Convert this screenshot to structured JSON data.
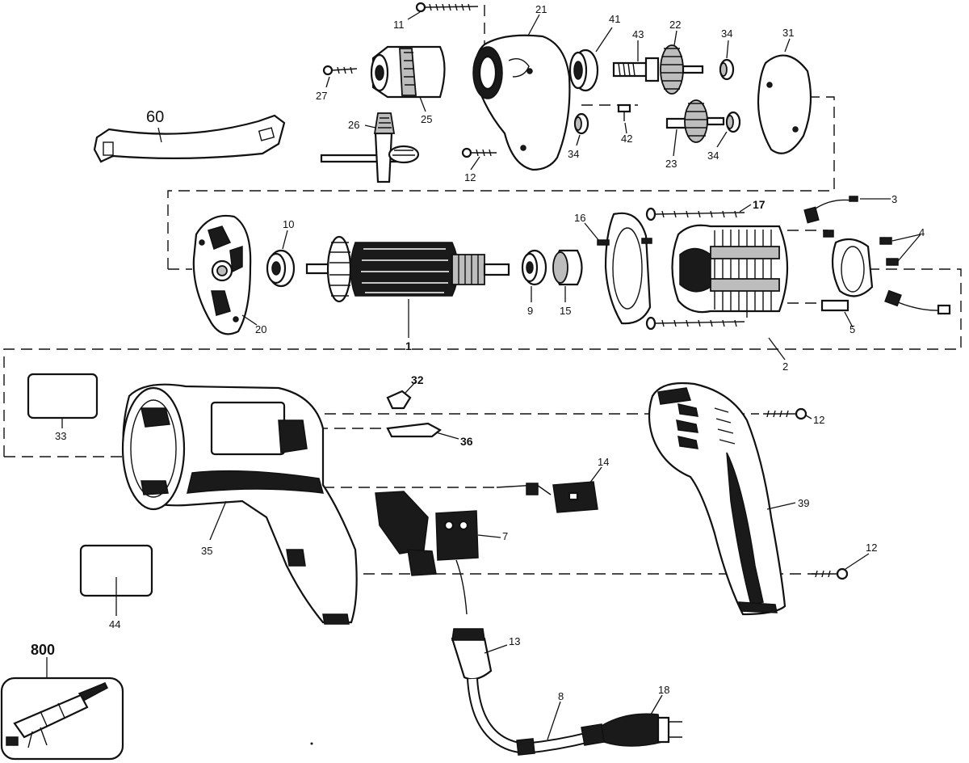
{
  "callouts": {
    "c1": "1",
    "c2": "2",
    "c3": "3",
    "c4": "4",
    "c5": "5",
    "c7": "7",
    "c8": "8",
    "c9": "9",
    "c10": "10",
    "c11": "11",
    "c12a": "12",
    "c12b": "12",
    "c12c": "12",
    "c13": "13",
    "c14": "14",
    "c15": "15",
    "c16": "16",
    "c17": "17",
    "c18": "18",
    "c20": "20",
    "c21": "21",
    "c22": "22",
    "c23": "23",
    "c25": "25",
    "c26": "26",
    "c27": "27",
    "c31": "31",
    "c32": "32",
    "c33": "33",
    "c34a": "34",
    "c34b": "34",
    "c34c": "34",
    "c35": "35",
    "c36": "36",
    "c39": "39",
    "c41": "41",
    "c42": "42",
    "c43": "43",
    "c44": "44",
    "c60": "60",
    "c800": "800"
  }
}
